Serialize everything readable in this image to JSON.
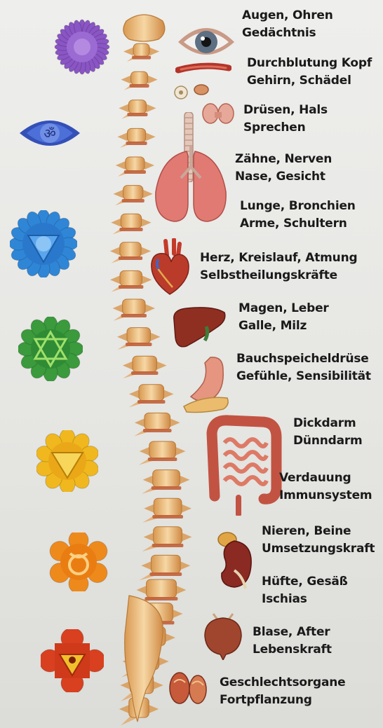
{
  "labels": [
    {
      "id": "augen",
      "lines": [
        "Augen, Ohren",
        "Gedächtnis"
      ]
    },
    {
      "id": "kopf",
      "lines": [
        "Durchblutung Kopf",
        "Gehirn, Schädel"
      ]
    },
    {
      "id": "druesen",
      "lines": [
        "Drüsen, Hals",
        "Sprechen"
      ]
    },
    {
      "id": "zaehne",
      "lines": [
        "Zähne, Nerven",
        "Nase, Gesicht"
      ]
    },
    {
      "id": "lunge",
      "lines": [
        "Lunge, Bronchien",
        "Arme, Schultern"
      ]
    },
    {
      "id": "herz",
      "lines": [
        "Herz, Kreislauf, Atmung",
        "Selbstheilungskräfte"
      ]
    },
    {
      "id": "magen",
      "lines": [
        "Magen, Leber",
        "Galle, Milz"
      ]
    },
    {
      "id": "bauch",
      "lines": [
        "Bauchspeicheldrüse",
        "Gefühle, Sensibilität"
      ]
    },
    {
      "id": "darm",
      "lines": [
        "Dickdarm",
        "Dünndarm"
      ]
    },
    {
      "id": "verdauung",
      "lines": [
        "Verdauung",
        "Immunsystem"
      ]
    },
    {
      "id": "nieren",
      "lines": [
        "Nieren, Beine",
        "Umsetzungskraft"
      ]
    },
    {
      "id": "huefte",
      "lines": [
        "Hüfte, Gesäß",
        "Ischias"
      ]
    },
    {
      "id": "blase",
      "lines": [
        "Blase, After",
        "Lebenskraft"
      ]
    },
    {
      "id": "geschlecht",
      "lines": [
        "Geschlechtsorgane",
        "Fortpflanzung"
      ]
    }
  ],
  "chakras": [
    {
      "name": "crown",
      "color": "#8a55c4"
    },
    {
      "name": "third-eye",
      "color": "#3f5fc8",
      "symbol": "ॐ"
    },
    {
      "name": "throat",
      "color": "#2f86d6"
    },
    {
      "name": "heart",
      "color": "#3a9a3c"
    },
    {
      "name": "solar-plexus",
      "color": "#f0b81e"
    },
    {
      "name": "sacral",
      "color": "#ee8a1c"
    },
    {
      "name": "root",
      "color": "#d9401f"
    }
  ],
  "colors": {
    "spine": "#e9b46c",
    "disc": "#c0603a",
    "organ_red": "#b8402f",
    "lung": "#e07a72"
  }
}
